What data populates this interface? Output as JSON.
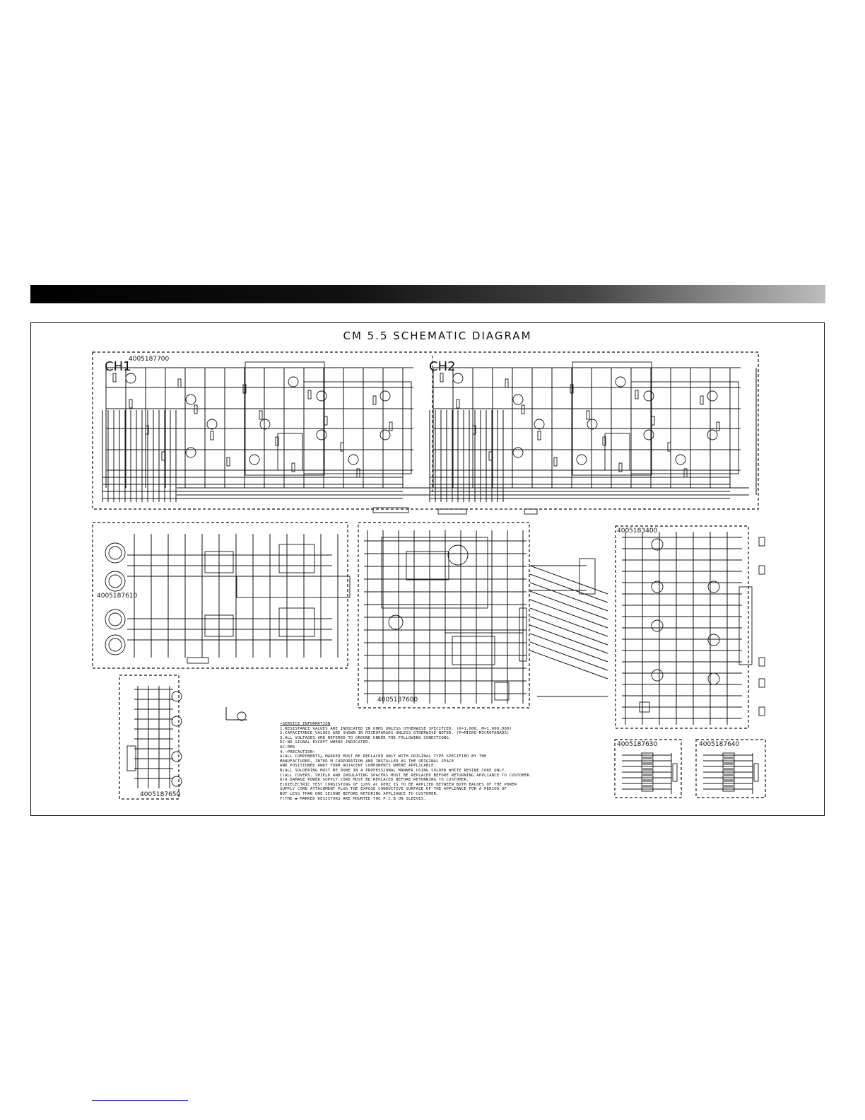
{
  "title": "CM 5.5 SCHEMATIC DIAGRAM",
  "channels": {
    "ch1": {
      "label": "CH1",
      "part_number": "4005187700"
    },
    "ch2": {
      "label": "CH2"
    }
  },
  "boards": {
    "input": "4005187610",
    "power": "4005187600",
    "right_board": "4005183400",
    "small_a": "4005187630",
    "small_b": "4005187640",
    "bottom_left": "4005187650"
  },
  "service_information": {
    "heading": "•SERVICE INFORMATION",
    "lines": [
      "1.RESISTANCE VALUES ARE INDICATED IN OHMS UNLESS OTHERWISE SPECIFIED.       (K=1,000, M=1,000,000)",
      "2.CAPACITANCE VALUES ARE SHOWN IN MICROFARADS UNLESS OTHERWISE NOTED.    (P=MICRO-MICROFARADS)",
      "3.ALL VOLTAGES ARE REFERED TO GROUND UNDER THE FOLLOWING CONDITIONS.",
      "  DC:NO SIGNAL EXCEPT WHERE INDICATED.",
      "  AC:RMS",
      "4.~PRECAUTION~",
      "A)ALL COMPONENTS△ MARKED MUST BE REPLACED ONLY WITH ORIGINAL TYPE SPECIFIED BY THE",
      "  MANUFACTURER, INTER M CORPORATION AND INSTALLED AS THE ORIGINAL SPACE",
      "  AND POSITIONED AWAY FORM ADJACENT COMPONENTS WHERE APPLICABLE.",
      "B)ALL SOLDERING MUST BE DONE IN A PROFESSIONAL MANNER USING SOLDER WHITE RESINE CORE ONLY.",
      "C)ALL COVERS, SHIELD AND INSULATING SPACERS MUST BE REPLACED BEFORE RETURNING APPLIANCE TO CUSTOMER.",
      "D)A DAMAGE POWER SUPPLY CORD MUST BE REPLACED BEFORE RETURNING TO CUSTOMER.",
      "E)DIELECTRIC TEST CONSISTING OF 120V AC 60HZ IS TO BE APPLIED  BETWEEN BOTH BALDES OF THE POWER",
      "  SUPPLY CORD ATTACHMENT PLUG THE EXPOSE CONDUCTIVE SURFACE OF THE APPLIANCE FOR A PERIOD OF",
      "  NOT LESS THAN ONE SECOND BEFORE RETURING APPLIANCE TO CUSTOMER.",
      "F)THE ▬ MARKED RESISTORS ARE MOUNTED THE P.C.B ON SLEEVES."
    ]
  }
}
